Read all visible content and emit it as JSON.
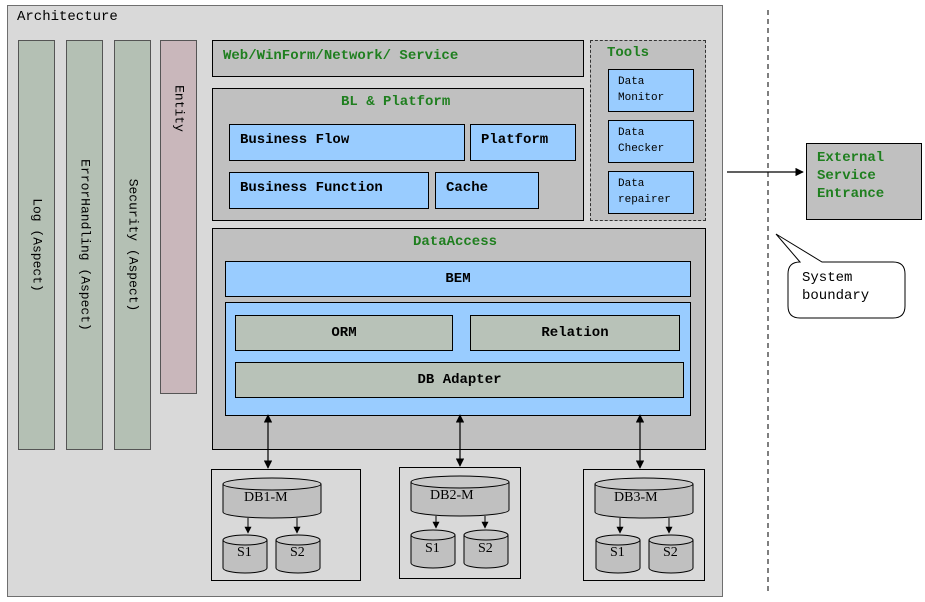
{
  "architecture": {
    "title": "Architecture"
  },
  "aspects": {
    "log": "Log (Aspect)",
    "error_handling": "ErrorHandling (Aspect)",
    "security": "Security (Aspect)",
    "entity": "Entity"
  },
  "web_layer": {
    "label": "Web/WinForm/Network/ Service"
  },
  "bl_platform": {
    "title": "BL & Platform",
    "business_flow": "Business Flow",
    "platform": "Platform",
    "business_function": "Business Function",
    "cache": "Cache"
  },
  "tools": {
    "title": "Tools",
    "items": [
      {
        "line1": "Data",
        "line2": "Monitor"
      },
      {
        "line1": "Data",
        "line2": "Checker"
      },
      {
        "line1": "Data",
        "line2": "repairer"
      }
    ]
  },
  "data_access": {
    "title": "DataAccess",
    "bem": "BEM",
    "orm": "ORM",
    "relation": "Relation",
    "db_adapter": "DB Adapter"
  },
  "databases": [
    {
      "master": "DB1-M",
      "slaves": [
        "S1",
        "S2"
      ]
    },
    {
      "master": "DB2-M",
      "slaves": [
        "S1",
        "S2"
      ]
    },
    {
      "master": "DB3-M",
      "slaves": [
        "S1",
        "S2"
      ]
    }
  ],
  "external": {
    "line1": "External",
    "line2": "Service",
    "line3": "Entrance"
  },
  "callout": {
    "line1": "System",
    "line2": "boundary"
  },
  "colors": {
    "green_text": "#1f7f1f",
    "blue_box": "#99ccff",
    "gray_box": "#c0c0c0",
    "frame": "#d9d9d9"
  }
}
